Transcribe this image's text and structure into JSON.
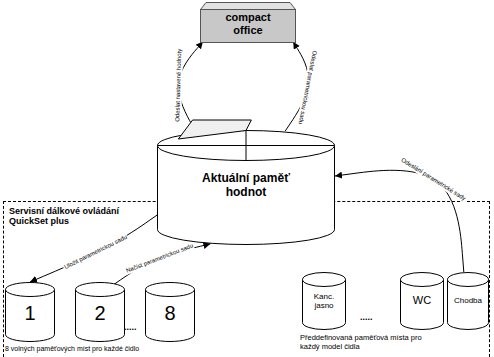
{
  "diagram": {
    "nodes": [
      {
        "text": [
          "compact office"
        ]
      },
      {
        "text": [
          "Servisní dálkové ovládání QuickSet plus"
        ]
      },
      {
        "text": [
          "Aktuální paměť hodnot"
        ],
        "in": 1
      },
      {
        "text": [
          "1"
        ],
        "in": 1
      },
      {
        "text": [
          "2"
        ],
        "in": 1
      },
      {
        "text": [
          "8"
        ],
        "in": 1
      },
      {
        "text": [
          "Kanc. jasno"
        ],
        "in": 1
      },
      {
        "text": [
          "WC"
        ],
        "in": 1
      },
      {
        "text": [
          "Chodba"
        ],
        "in": 1
      }
    ],
    "edges": [
      {
        "from": 2,
        "to": 0,
        "arrow": "to",
        "label": "Odeslat nastavené hodnoty"
      },
      {
        "from": 2,
        "to": 0,
        "arrow": "to",
        "label": "Odeslat parametrickou sadu"
      },
      {
        "from": 2,
        "to": 3,
        "arrow": "to",
        "label": "Uložit parametrickou sadu"
      },
      {
        "from": 4,
        "to": 2,
        "arrow": "to",
        "label": "Načíst parametrickou sadu"
      },
      {
        "from": 8,
        "to": 2,
        "arrow": "to",
        "label": "Odeslání parametrické sady"
      }
    ],
    "labels": [
      ".....",
      ".....",
      "8 volných paměťových míst pro každé čidlo",
      "Předdefinovaná paměťová místa pro každý model čidla"
    ]
  }
}
